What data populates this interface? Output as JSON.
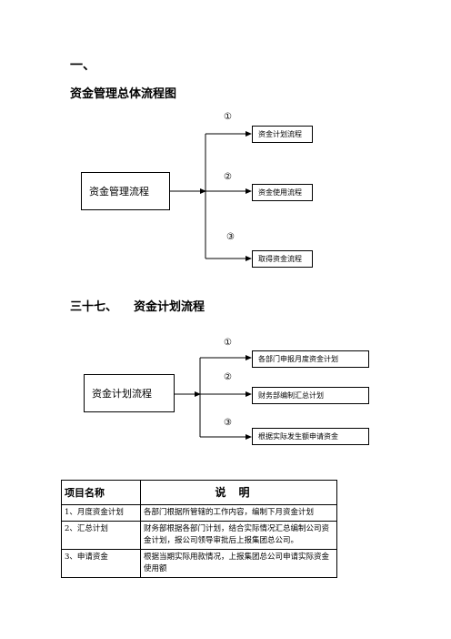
{
  "headings": {
    "h1": "一、",
    "h2": "资金管理总体流程图",
    "h3_num": "三十七、",
    "h3_title": "资金计划流程"
  },
  "diagram1": {
    "main": "资金管理流程",
    "branches": [
      {
        "num": "①",
        "label": "资金计划流程"
      },
      {
        "num": "②",
        "label": "资金使用流程"
      },
      {
        "num": "③",
        "label": "取得资金流程"
      }
    ]
  },
  "diagram2": {
    "main": "资金计划流程",
    "branches": [
      {
        "num": "①",
        "label": "各部门申报月度资金计划"
      },
      {
        "num": "②",
        "label": " 财务部编制汇总计划"
      },
      {
        "num": "③",
        "label": "根据实际发生额申请资金"
      }
    ]
  },
  "table": {
    "headers": [
      "项目名称",
      "说明"
    ],
    "rows": [
      {
        "name": "1、月度资金计划",
        "desc": "各部门根据所管辖的工作内容，编制下月资金计划"
      },
      {
        "name": "2、汇总计划",
        "desc": "财务部根据各部门计划，结合实际情况汇总编制公司资金计划，报公司领导审批后上报集团总公司。"
      },
      {
        "name": "3、申请资金",
        "desc": "根据当期实际用款情况，上报集团总公司申请实际资金使用额"
      }
    ]
  }
}
